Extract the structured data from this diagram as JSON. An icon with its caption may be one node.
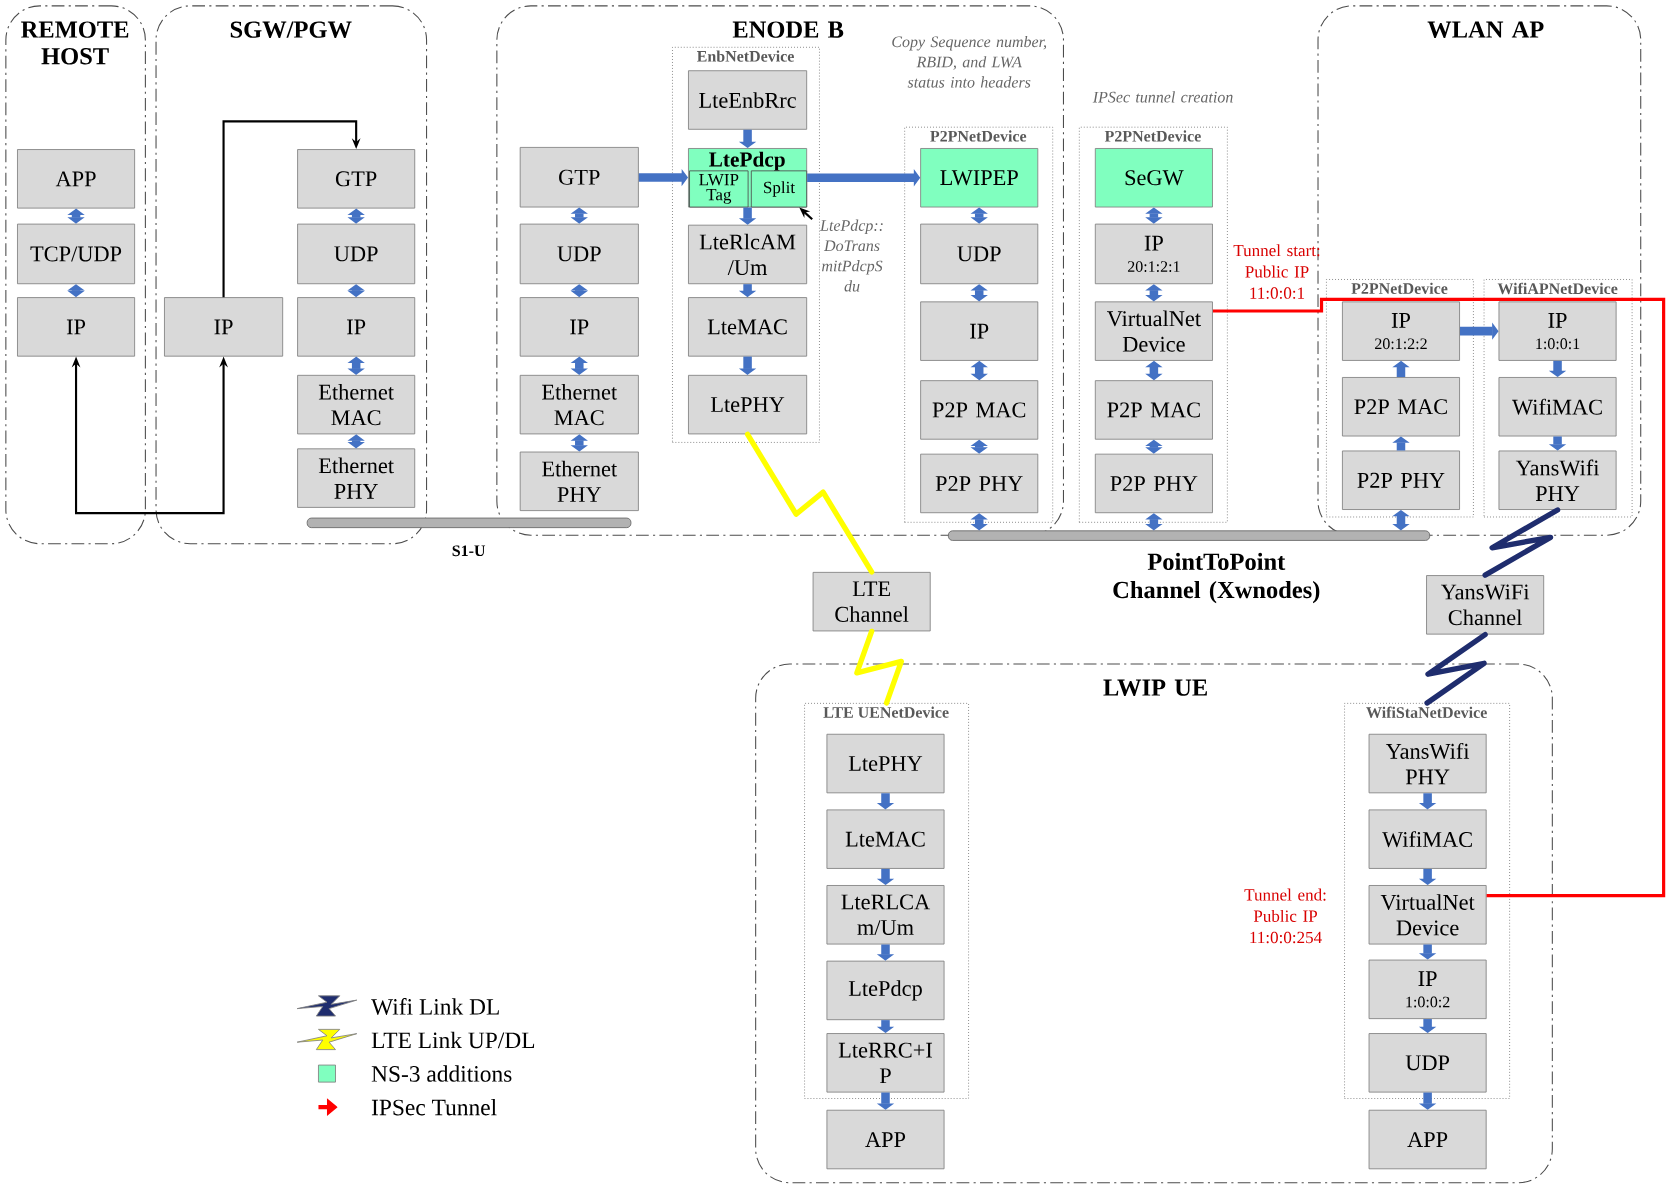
{
  "diagram": {
    "nodes": [
      {
        "text": [
          "REMOTE HOST"
        ]
      },
      {
        "text": [
          "APP"
        ],
        "in": 0
      },
      {
        "text": [
          "TCP/UDP"
        ],
        "in": 0
      },
      {
        "text": [
          "IP"
        ],
        "in": 0
      },
      {
        "text": [
          "SGW/PGW"
        ]
      },
      {
        "text": [
          "IP"
        ],
        "in": 4
      },
      {
        "text": [
          "GTP"
        ],
        "in": 4
      },
      {
        "text": [
          "UDP"
        ],
        "in": 4
      },
      {
        "text": [
          "IP"
        ],
        "in": 4
      },
      {
        "text": [
          "Ethernet MAC"
        ],
        "in": 4
      },
      {
        "text": [
          "Ethernet PHY"
        ],
        "in": 4
      },
      {
        "text": [
          "ENODE B"
        ]
      },
      {
        "text": [
          "GTP"
        ],
        "in": 11
      },
      {
        "text": [
          "UDP"
        ],
        "in": 11
      },
      {
        "text": [
          "IP"
        ],
        "in": 11
      },
      {
        "text": [
          "Ethernet MAC"
        ],
        "in": 11
      },
      {
        "text": [
          "Ethernet PHY"
        ],
        "in": 11
      },
      {
        "text": [
          "EnbNetDevice"
        ],
        "in": 11
      },
      {
        "text": [
          "LteEnbRrc"
        ],
        "in": 17
      },
      {
        "text": [
          "LtePdcp"
        ],
        "in": 17
      },
      {
        "text": [
          "LWIP Tag"
        ],
        "in": 19
      },
      {
        "text": [
          "Split"
        ],
        "in": 19
      },
      {
        "text": [
          "LteRlcAM /Um"
        ],
        "in": 17
      },
      {
        "text": [
          "LteMAC"
        ],
        "in": 17
      },
      {
        "text": [
          "LtePHY"
        ],
        "in": 17
      },
      {
        "text": [
          "P2PNetDevice"
        ],
        "in": 11
      },
      {
        "text": [
          "LWIPEP"
        ],
        "in": 25
      },
      {
        "text": [
          "UDP"
        ],
        "in": 25
      },
      {
        "text": [
          "IP"
        ],
        "in": 25
      },
      {
        "text": [
          "P2P MAC"
        ],
        "in": 25
      },
      {
        "text": [
          "P2P PHY"
        ],
        "in": 25
      },
      {
        "text": [
          "P2PNetDevice"
        ]
      },
      {
        "text": [
          "SeGW"
        ],
        "in": 31
      },
      {
        "text": [
          "IP",
          "20:1:2:1"
        ],
        "in": 31
      },
      {
        "text": [
          "VirtualNet Device"
        ],
        "in": 31
      },
      {
        "text": [
          "P2P MAC"
        ],
        "in": 31
      },
      {
        "text": [
          "P2P PHY"
        ],
        "in": 31
      },
      {
        "text": [
          "WLAN AP"
        ]
      },
      {
        "text": [
          "P2PNetDevice"
        ],
        "in": 37
      },
      {
        "text": [
          "IP",
          "20:1:2:2"
        ],
        "in": 38
      },
      {
        "text": [
          "P2P MAC"
        ],
        "in": 38
      },
      {
        "text": [
          "P2P PHY"
        ],
        "in": 38
      },
      {
        "text": [
          "WifiAPNetDevice"
        ],
        "in": 37
      },
      {
        "text": [
          "IP",
          "1:0:0:1"
        ],
        "in": 42
      },
      {
        "text": [
          "WifiMAC"
        ],
        "in": 42
      },
      {
        "text": [
          "YansWifi PHY"
        ],
        "in": 42
      },
      {
        "text": [
          "S1-U"
        ]
      },
      {
        "text": [
          "PointToPoint Channel (Xwnodes)"
        ]
      },
      {
        "text": [
          "LTE Channel"
        ]
      },
      {
        "text": [
          "YansWiFi Channel"
        ]
      },
      {
        "text": [
          "LWIP UE"
        ]
      },
      {
        "text": [
          "LTE UENetDevice"
        ],
        "in": 50
      },
      {
        "text": [
          "LtePHY"
        ],
        "in": 51
      },
      {
        "text": [
          "LteMAC"
        ],
        "in": 51
      },
      {
        "text": [
          "LteRLCA m/Um"
        ],
        "in": 51
      },
      {
        "text": [
          "LtePdcp"
        ],
        "in": 51
      },
      {
        "text": [
          "LteRRC+I P"
        ],
        "in": 51
      },
      {
        "text": [
          "APP"
        ],
        "in": 50
      },
      {
        "text": [
          "WifiStaNetDevice"
        ],
        "in": 50
      },
      {
        "text": [
          "YansWifi PHY"
        ],
        "in": 58
      },
      {
        "text": [
          "WifiMAC"
        ],
        "in": 58
      },
      {
        "text": [
          "VirtualNet Device"
        ],
        "in": 58
      },
      {
        "text": [
          "IP",
          "1:0:0:2"
        ],
        "in": 58
      },
      {
        "text": [
          "UDP"
        ],
        "in": 58
      },
      {
        "text": [
          "APP"
        ],
        "in": 50
      },
      {
        "text": [
          "LtePdcp:: DoTrans mitPdcpS du"
        ],
        "in": 11
      }
    ],
    "edges": [
      {
        "from": 1,
        "to": 2,
        "arrow": "both"
      },
      {
        "from": 2,
        "to": 3,
        "arrow": "both"
      },
      {
        "from": 3,
        "to": 5,
        "arrow": "both",
        "color": "#000000"
      },
      {
        "from": 5,
        "to": 6,
        "arrow": "to",
        "color": "#000000"
      },
      {
        "from": 6,
        "to": 7,
        "arrow": "both"
      },
      {
        "from": 7,
        "to": 8,
        "arrow": "both"
      },
      {
        "from": 8,
        "to": 9,
        "arrow": "both"
      },
      {
        "from": 9,
        "to": 10,
        "arrow": "both"
      },
      {
        "from": 12,
        "to": 13,
        "arrow": "both"
      },
      {
        "from": 13,
        "to": 14,
        "arrow": "both"
      },
      {
        "from": 14,
        "to": 15,
        "arrow": "both"
      },
      {
        "from": 15,
        "to": 16,
        "arrow": "both"
      },
      {
        "from": 12,
        "to": 19,
        "arrow": "to"
      },
      {
        "from": 18,
        "to": 19,
        "arrow": "to"
      },
      {
        "from": 19,
        "to": 22,
        "arrow": "to"
      },
      {
        "from": 22,
        "to": 23,
        "arrow": "to"
      },
      {
        "from": 23,
        "to": 24,
        "arrow": "to"
      },
      {
        "from": 19,
        "to": 26,
        "arrow": "to"
      },
      {
        "from": 26,
        "to": 27,
        "arrow": "both"
      },
      {
        "from": 27,
        "to": 28,
        "arrow": "both"
      },
      {
        "from": 28,
        "to": 29,
        "arrow": "both"
      },
      {
        "from": 29,
        "to": 30,
        "arrow": "both"
      },
      {
        "from": 30,
        "to": 47,
        "arrow": "both"
      },
      {
        "from": 32,
        "to": 33,
        "arrow": "both"
      },
      {
        "from": 33,
        "to": 34,
        "arrow": "both"
      },
      {
        "from": 34,
        "to": 35,
        "arrow": "both"
      },
      {
        "from": 35,
        "to": 36,
        "arrow": "both"
      },
      {
        "from": 36,
        "to": 47,
        "arrow": "both"
      },
      {
        "from": 41,
        "to": 47,
        "arrow": "both"
      },
      {
        "from": 41,
        "to": 40,
        "arrow": "to"
      },
      {
        "from": 40,
        "to": 39,
        "arrow": "to"
      },
      {
        "from": 39,
        "to": 43,
        "arrow": "to"
      },
      {
        "from": 43,
        "to": 44,
        "arrow": "to"
      },
      {
        "from": 44,
        "to": 45,
        "arrow": "to"
      },
      {
        "from": 24,
        "to": 48,
        "arrow": "none",
        "color": "#ffff00"
      },
      {
        "from": 48,
        "to": 51,
        "arrow": "none",
        "color": "#ffff00"
      },
      {
        "from": 45,
        "to": 49,
        "arrow": "none",
        "color": "#1f2d6e"
      },
      {
        "from": 49,
        "to": 58,
        "arrow": "none",
        "color": "#1f2d6e"
      },
      {
        "from": 52,
        "to": 53,
        "arrow": "to"
      },
      {
        "from": 53,
        "to": 54,
        "arrow": "to"
      },
      {
        "from": 54,
        "to": 55,
        "arrow": "to"
      },
      {
        "from": 55,
        "to": 56,
        "arrow": "to"
      },
      {
        "from": 56,
        "to": 57,
        "arrow": "to"
      },
      {
        "from": 59,
        "to": 60,
        "arrow": "to"
      },
      {
        "from": 60,
        "to": 61,
        "arrow": "to"
      },
      {
        "from": 61,
        "to": 62,
        "arrow": "to"
      },
      {
        "from": 62,
        "to": 63,
        "arrow": "to"
      },
      {
        "from": 63,
        "to": 64,
        "arrow": "to"
      },
      {
        "from": 34,
        "to": 61,
        "arrow": "none",
        "color": "#ff0000"
      },
      {
        "from": 65,
        "to": 21,
        "arrow": "to",
        "color": "#000000"
      }
    ],
    "labels": [
      "Copy Sequence number, RBID, and LWA status into headers",
      "IPSec tunnel creation",
      "Tunnel start: Public IP 11:0:0:1",
      "Tunnel end: Public IP 11:0:0:254"
    ],
    "legend": [
      {
        "text": "Wifi Link DL"
      },
      {
        "text": "LTE Link UP/DL"
      },
      {
        "text": "NS-3 additions",
        "color": "#80ffbf"
      },
      {
        "text": "IPSec Tunnel"
      }
    ]
  }
}
